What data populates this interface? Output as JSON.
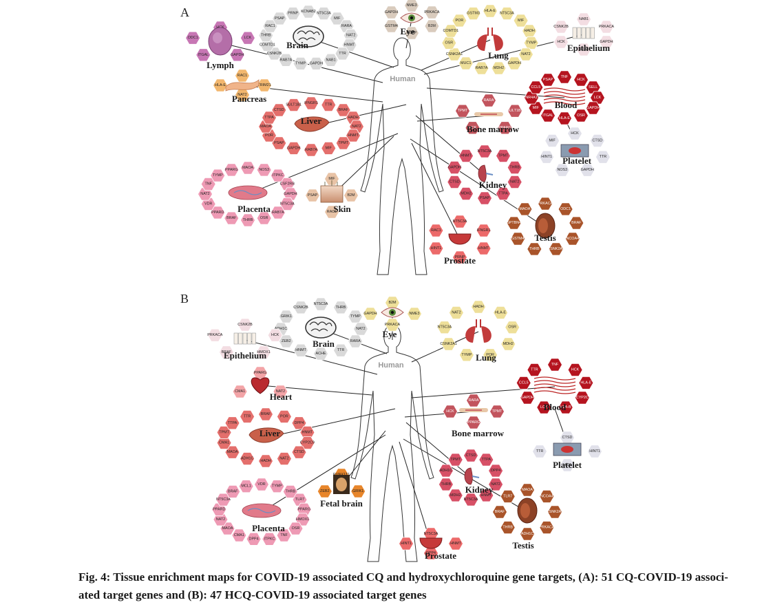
{
  "panels": [
    {
      "letter": "A",
      "human_label": "Human",
      "tissues": [
        {
          "id": "brain",
          "label": "Brain",
          "color": "#d9d9d9",
          "icon": "brain-icon",
          "genes": [
            "KCNAB2",
            "NT5C3A",
            "MIF",
            "RARA",
            "NAT2",
            "HNMT",
            "TTR",
            "NAB1",
            "GAPDH",
            "TYMP",
            "RAB7A",
            "CSNK2B",
            "COMTD1",
            "THRB",
            "RAC1",
            "PSAP",
            "PRNP"
          ]
        },
        {
          "id": "eye",
          "label": "Eye",
          "color": "#d9cbbd",
          "icon": "eye-icon",
          "genes": [
            "NME3",
            "PRKACA",
            "B2M",
            "PSAP",
            "GSTM4",
            "GAPDH"
          ]
        },
        {
          "id": "lung",
          "label": "Lung",
          "color": "#eedf99",
          "icon": "lung-icon",
          "genes": [
            "HLA-E",
            "NT5C3A",
            "MIF",
            "HADH",
            "TYMP",
            "NAT2",
            "GAPDH",
            "MDH2",
            "RAB7A",
            "MUC1",
            "CSNK2A1",
            "OSR",
            "COMTD1",
            "POR",
            "GSTM3"
          ]
        },
        {
          "id": "epithelium",
          "label": "Epithelium",
          "color": "#f3dde2",
          "icon": "epithelium-icon",
          "genes": [
            "NAB1",
            "PRKACA",
            "GAPDH",
            "BRAF",
            "HCK",
            "CSNK2B"
          ]
        },
        {
          "id": "lymph",
          "label": "Lymph",
          "color": "#c776b4",
          "icon": "lymph-icon",
          "genes": [
            "HCK",
            "LCK",
            "GAPDH",
            "ITGAL",
            "ODC1"
          ]
        },
        {
          "id": "pancreas",
          "label": "Pancreas",
          "color": "#f2b76e",
          "icon": "pancreas-icon",
          "genes": [
            "RAC1",
            "TRIM21",
            "NAT2",
            "HLA-E"
          ]
        },
        {
          "id": "blood",
          "label": "Blood",
          "color": "#b5141f",
          "icon": "blood-icon",
          "genes": [
            "TNF",
            "HCK",
            "SELL",
            "LCK",
            "GAPDH",
            "OSR",
            "HLA-E",
            "ITGAL",
            "MIF",
            "NR4A1",
            "CCL5",
            "PSAP"
          ]
        },
        {
          "id": "platelet",
          "label": "Platelet",
          "color": "#e1e1ea",
          "icon": "platelet-icon",
          "genes": [
            "HCK",
            "CTSD",
            "TTR",
            "GAPDH",
            "NOS3",
            "HINT1",
            "MIF"
          ]
        },
        {
          "id": "liver",
          "label": "Liver",
          "color": "#e46f6c",
          "icon": "liver-icon",
          "genes": [
            "IFNGR1",
            "TTR",
            "BRAF",
            "HADH",
            "NAT2",
            "HNMT",
            "TPMT",
            "MIF",
            "RAB7A",
            "GAPDH",
            "PSAP",
            "POR",
            "MAOA",
            "TTPA",
            "CTSD",
            "SULT1B1"
          ]
        },
        {
          "id": "bone_marrow",
          "label": "Bone marrow",
          "color": "#c2545d",
          "icon": "bone-marrow-icon",
          "genes": [
            "RARA",
            "SULT1B1",
            "PPARG",
            "HCK",
            "TPMT"
          ]
        },
        {
          "id": "kidney",
          "label": "Kidney",
          "color": "#d75066",
          "icon": "kidney-icon",
          "genes": [
            "NT5C3A",
            "TPMT",
            "THRB",
            "NAT2",
            "TTPA",
            "PSAP",
            "MDH2",
            "CTSD",
            "GAPDH",
            "HNMT"
          ]
        },
        {
          "id": "placenta",
          "label": "Placenta",
          "color": "#ee9ab4",
          "icon": "placenta-icon",
          "genes": [
            "MAOA",
            "NOS3",
            "ITPKC",
            "CSF2RB",
            "GAPDH",
            "NT5C3A",
            "RAB7A",
            "OSR",
            "THRB",
            "BRAF",
            "PPARD",
            "VDR",
            "NAT2",
            "TNF",
            "TYMP",
            "PPARG"
          ]
        },
        {
          "id": "skin",
          "label": "Skin",
          "color": "#e8c3a6",
          "icon": "skin-icon",
          "genes": [
            "MIF",
            "B2M",
            "RAC1",
            "PSAP"
          ]
        },
        {
          "id": "prostate",
          "label": "Prostate",
          "color": "#ec6a6a",
          "icon": "prostate-icon",
          "genes": [
            "NT5C3A",
            "IFNGR1",
            "HNMT",
            "PRNP",
            "HINT1",
            "RAC1"
          ]
        },
        {
          "id": "testis",
          "label": "Testis",
          "color": "#a9542a",
          "icon": "testis-icon",
          "genes": [
            "PRKACA",
            "ODC1",
            "BRAF",
            "NCOA4",
            "CSNK2A1",
            "THRB",
            "GSTM4",
            "SPTBN4",
            "MAOA"
          ]
        }
      ]
    },
    {
      "letter": "B",
      "human_label": "Human",
      "tissues": [
        {
          "id": "brain",
          "label": "Brain",
          "color": "#d9d9d9",
          "icon": "brain-icon",
          "genes": [
            "NT5C3A",
            "THRB",
            "TYMP",
            "NAT2",
            "RARA",
            "TTR",
            "ACHE",
            "HNMT",
            "ZEB2",
            "ADH1C",
            "GRIK1",
            "CSNK2B"
          ]
        },
        {
          "id": "eye",
          "label": "Eye",
          "color": "#eedf99",
          "icon": "eye-icon",
          "genes": [
            "B2M",
            "NME3",
            "PRKACA",
            "GAPDH"
          ]
        },
        {
          "id": "lung",
          "label": "Lung",
          "color": "#eedf99",
          "icon": "lung-icon",
          "genes": [
            "HADH",
            "HLA-E",
            "OSR",
            "MDH2",
            "POR",
            "TYMP",
            "CSNK2A1",
            "NT5C3A",
            "NAT2"
          ]
        },
        {
          "id": "epithelium",
          "label": "Epithelium",
          "color": "#f3dde2",
          "icon": "epithelium-icon",
          "genes": [
            "CSNK2B",
            "HCK",
            "HMOX1",
            "BRAF",
            "PRKACA"
          ]
        },
        {
          "id": "heart",
          "label": "Heart",
          "color": "#f3a4a7",
          "icon": "heart-icon",
          "genes": [
            "PPARG",
            "NAT2",
            "CMA1"
          ]
        },
        {
          "id": "blood",
          "label": "Blood",
          "color": "#b5141f",
          "icon": "blood-icon",
          "genes": [
            "TNF",
            "HCK",
            "HLA-E",
            "CYP2C",
            "HLA-B",
            "LCK",
            "GAPDH",
            "CCL5",
            "TTR"
          ]
        },
        {
          "id": "platelet",
          "label": "Platelet",
          "color": "#e1e1ea",
          "icon": "platelet-icon",
          "genes": [
            "CTSD",
            "HINT1",
            "HCK",
            "TTR"
          ]
        },
        {
          "id": "liver",
          "label": "Liver",
          "color": "#e46f6c",
          "icon": "liver-icon",
          "genes": [
            "BRAF",
            "POR",
            "DPP4",
            "HNMT",
            "CYP2C9",
            "CTSD",
            "NAT2",
            "HADH",
            "ADH1C",
            "MAOA",
            "CMA1",
            "TPMT",
            "TTPA",
            "TTR"
          ]
        },
        {
          "id": "bone_marrow",
          "label": "Bone marrow",
          "color": "#c2545d",
          "icon": "bone-marrow-icon",
          "genes": [
            "RARA",
            "TPMT",
            "PPARG",
            "HCK"
          ]
        },
        {
          "id": "kidney",
          "label": "Kidney",
          "color": "#d75066",
          "icon": "kidney-icon",
          "genes": [
            "CTSD",
            "TTPA",
            "DPP4",
            "NAT2",
            "HNMT",
            "NT5C3A",
            "MDH2",
            "THRB",
            "ADH1C",
            "TPMT"
          ]
        },
        {
          "id": "fetal_brain",
          "label": "Fetal brain",
          "color": "#e8862b",
          "icon": "fetal-brain-icon",
          "genes": [
            "RUNX1T1",
            "GRIK1",
            "ZEB2"
          ]
        },
        {
          "id": "placenta",
          "label": "Placenta",
          "color": "#ee9ab4",
          "icon": "placenta-icon",
          "genes": [
            "VDR",
            "TYMP",
            "THRB",
            "TLR7",
            "PPARG",
            "HMOX1",
            "OSR",
            "TNF",
            "ITPKC",
            "DPP4",
            "CMA1",
            "MAOA",
            "NAT2",
            "PPARD",
            "NT5C3A",
            "BRAF",
            "MCL1"
          ]
        },
        {
          "id": "prostate",
          "label": "Prostate",
          "color": "#ec6a6a",
          "icon": "prostate-icon",
          "genes": [
            "NT5C3A",
            "HNMT",
            "DPP4",
            "HINT1"
          ]
        },
        {
          "id": "testis",
          "label": "Testis",
          "color": "#a9542a",
          "icon": "testis-icon",
          "genes": [
            "MAOA",
            "NCOA4",
            "CSNK2A1",
            "PRKACA",
            "ADH1C",
            "THRB",
            "BRAF",
            "TLR7"
          ]
        }
      ]
    }
  ],
  "caption": {
    "line1": "Fig. 4: Tissue enrichment maps for COVID-19 associated CQ and hydroxychloroquine gene targets, (A): 51 CQ-COVID-19 associ-",
    "line2": "ated target genes and (B): 47 HCQ-COVID-19 associated target genes"
  }
}
